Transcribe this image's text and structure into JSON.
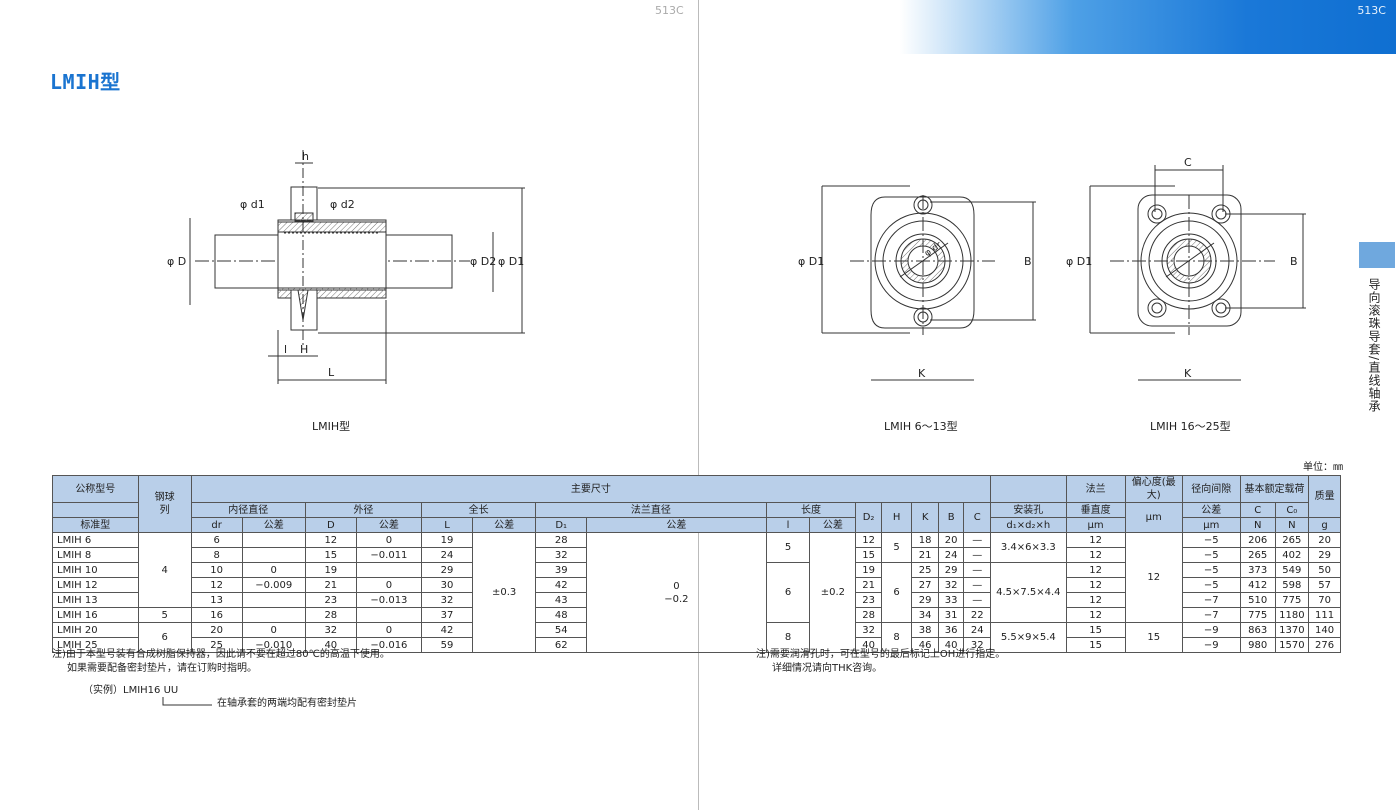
{
  "page": {
    "left_page_no": "513C",
    "right_page_no": "513C",
    "title": "LMIH型",
    "side_tab": "导向滚珠导套/直线轴承",
    "unit": "单位：㎜"
  },
  "drawings": {
    "left_caption": "LMIH型",
    "mid_caption": "LMIH 6～13型",
    "right_caption": "LMIH 16～25型",
    "labels": {
      "h": "h",
      "d1": "φ d1",
      "d2": "φ d2",
      "D": "φ D",
      "D2": "φ D2",
      "D1": "φ D1",
      "l": "l",
      "H": "H",
      "L": "L",
      "B": "B",
      "K": "K",
      "C": "C",
      "dr": "φ dr"
    }
  },
  "table": {
    "h": {
      "nominal": "公称型号",
      "standard": "标准型",
      "balls": "钢球",
      "rows": "列",
      "main": "主要尺寸",
      "inner": "内径直径",
      "outer": "外径",
      "total": "全长",
      "flange": "法兰直径",
      "length": "长度",
      "tol": "公差",
      "dr": "dr",
      "Dcol": "D",
      "Lcol": "L",
      "D1": "D₁",
      "lcol": "l",
      "D2": "D₂",
      "H": "H",
      "K": "K",
      "B": "B",
      "C": "C",
      "mount": "安装孔",
      "mount_sub": "d₁×d₂×h",
      "flange2": "法兰",
      "perp": "垂直度",
      "um": "μm",
      "ecc": "偏心度(最大)",
      "radial": "径向间隙",
      "rad_tol": "公差",
      "load": "基本额定载荷",
      "Ccol": "C",
      "C0col": "C₀",
      "N": "N",
      "mass": "质量",
      "g": "g"
    },
    "rows": [
      {
        "model": "LMIH 6",
        "dr": "6",
        "D": "12",
        "L": "19",
        "D1": "28",
        "D2": "12",
        "K": "18",
        "B": "20",
        "C": "—",
        "perp": "12",
        "rad": "−5",
        "Cn": "206",
        "C0": "265",
        "mass": "20"
      },
      {
        "model": "LMIH 8",
        "dr": "8",
        "D": "15",
        "L": "24",
        "D1": "32",
        "D2": "15",
        "K": "21",
        "B": "24",
        "C": "—",
        "perp": "12",
        "rad": "−5",
        "Cn": "265",
        "C0": "402",
        "mass": "29"
      },
      {
        "model": "LMIH 10",
        "dr": "10",
        "D": "19",
        "L": "29",
        "D1": "39",
        "D2": "19",
        "K": "25",
        "B": "29",
        "C": "—",
        "perp": "12",
        "rad": "−5",
        "Cn": "373",
        "C0": "549",
        "mass": "50"
      },
      {
        "model": "LMIH 12",
        "dr": "12",
        "D": "21",
        "L": "30",
        "D1": "42",
        "D2": "21",
        "K": "27",
        "B": "32",
        "C": "—",
        "perp": "12",
        "rad": "−5",
        "Cn": "412",
        "C0": "598",
        "mass": "57"
      },
      {
        "model": "LMIH 13",
        "dr": "13",
        "D": "23",
        "L": "32",
        "D1": "43",
        "D2": "23",
        "K": "29",
        "B": "33",
        "C": "—",
        "perp": "12",
        "rad": "−7",
        "Cn": "510",
        "C0": "775",
        "mass": "70"
      },
      {
        "model": "LMIH 16",
        "dr": "16",
        "D": "28",
        "L": "37",
        "D1": "48",
        "D2": "28",
        "K": "34",
        "B": "31",
        "C": "22",
        "perp": "12",
        "rad": "−7",
        "Cn": "775",
        "C0": "1180",
        "mass": "111"
      },
      {
        "model": "LMIH 20",
        "dr": "20",
        "D": "32",
        "L": "42",
        "D1": "54",
        "D2": "32",
        "K": "38",
        "B": "36",
        "C": "24",
        "perp": "15",
        "rad": "−9",
        "Cn": "863",
        "C0": "1370",
        "mass": "140"
      },
      {
        "model": "LMIH 25",
        "dr": "25",
        "D": "40",
        "L": "59",
        "D1": "62",
        "D2": "40",
        "K": "46",
        "B": "40",
        "C": "32",
        "perp": "15",
        "rad": "−9",
        "Cn": "980",
        "C0": "1570",
        "mass": "276"
      }
    ],
    "merged": {
      "balls_4": "4",
      "balls_5": "5",
      "balls_6": "6",
      "dr_tol_a": "0",
      "dr_tol_a2": "−0.009",
      "dr_tol_b": "0",
      "dr_tol_b2": "−0.010",
      "D_tol_a": "0",
      "D_tol_a2": "−0.011",
      "D_tol_b": "0",
      "D_tol_b2": "−0.013",
      "D_tol_c": "0",
      "D_tol_c2": "−0.016",
      "L_tol": "±0.3",
      "D1_tol": "0",
      "D1_tol2": "−0.2",
      "l_a": "5",
      "l_b": "6",
      "l_c": "8",
      "l_tol": "±0.2",
      "H_a": "5",
      "H_b": "6",
      "H_c": "8",
      "mount_a": "3.4×6×3.3",
      "mount_b": "4.5×7.5×4.4",
      "mount_c": "5.5×9×5.4",
      "ecc_a": "12",
      "ecc_b": "15"
    }
  },
  "notes": {
    "left1": "注)由于本型号装有合成树脂保持器，因此请不要在超过80℃的高温下使用。",
    "left2": "如果需要配备密封垫片，请在订购时指明。",
    "example": "（实例）LMIH16 UU",
    "example_note": "在轴承套的两端均配有密封垫片",
    "right1": "注)需要润滑孔时，可在型号的最后标记上OH进行指定。",
    "right2": "详细情况请向THK咨询。"
  }
}
